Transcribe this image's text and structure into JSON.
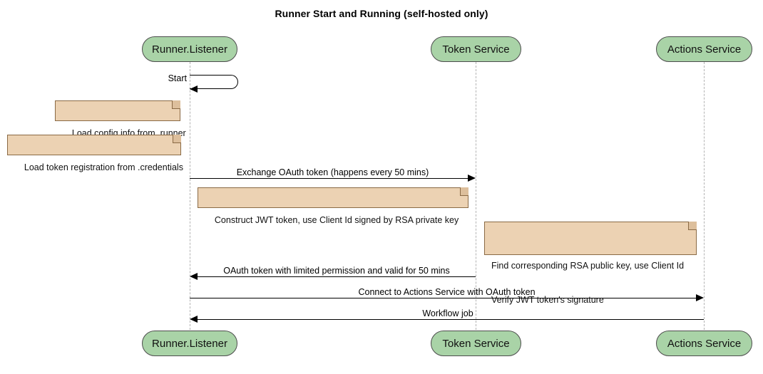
{
  "diagram": {
    "type": "sequence-diagram",
    "title": "Runner Start and Running (self-hosted only)",
    "colors": {
      "participant_fill": "#a9d3a7",
      "participant_border": "#4d4d4d",
      "note_fill": "#ecd2b3",
      "note_border": "#8a6a45",
      "lifeline": "#b3b3b3",
      "message": "#000000",
      "background": "#ffffff"
    },
    "participants": [
      {
        "id": "runner",
        "label": "Runner.Listener"
      },
      {
        "id": "token",
        "label": "Token Service"
      },
      {
        "id": "actions",
        "label": "Actions Service"
      }
    ],
    "participants_bottom": [
      {
        "id": "runner",
        "label": "Runner.Listener"
      },
      {
        "id": "token",
        "label": "Token Service"
      },
      {
        "id": "actions",
        "label": "Actions Service"
      }
    ],
    "messages": [
      {
        "id": "m1",
        "label": "Start",
        "from": "runner",
        "to": "runner",
        "kind": "self"
      },
      {
        "id": "m2",
        "label": "Exchange OAuth token (happens every 50 mins)",
        "from": "runner",
        "to": "token",
        "kind": "sync",
        "direction": "right"
      },
      {
        "id": "m3",
        "label": "OAuth token with limited permission and valid for 50 mins",
        "from": "token",
        "to": "runner",
        "kind": "return",
        "direction": "left"
      },
      {
        "id": "m4",
        "label": "Connect to Actions Service with OAuth token",
        "from": "runner",
        "to": "actions",
        "kind": "sync",
        "direction": "right"
      },
      {
        "id": "m5",
        "label": "Workflow job",
        "from": "actions",
        "to": "runner",
        "kind": "return",
        "direction": "left"
      }
    ],
    "notes": [
      {
        "id": "n1",
        "text": "Load config info from .runner",
        "attached_to": "runner"
      },
      {
        "id": "n2",
        "text": "Load token registration from .credentials",
        "attached_to": "runner"
      },
      {
        "id": "n3",
        "text": "Construct JWT token, use Client Id signed by RSA private key",
        "attached_to": "runner"
      },
      {
        "id": "n4",
        "line1": "Find corresponding RSA public key, use Client Id",
        "line2": "Verify JWT token's signature",
        "attached_to": "token"
      }
    ]
  }
}
